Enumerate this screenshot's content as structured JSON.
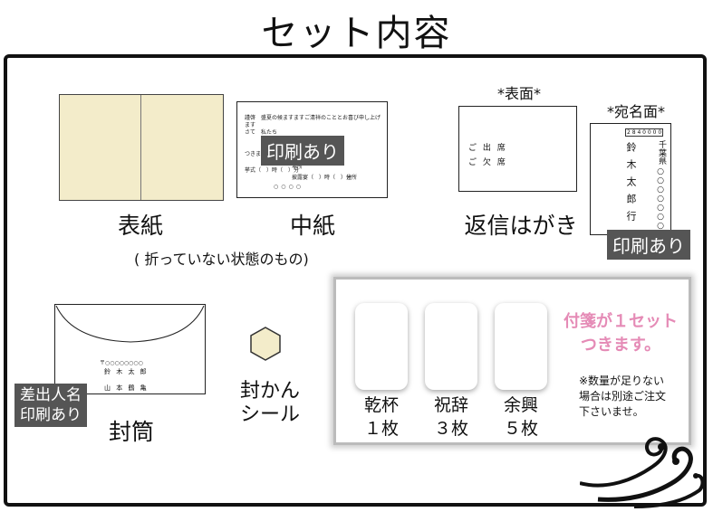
{
  "page_title": "セット内容",
  "cover": {
    "label": "表紙"
  },
  "inner_paper": {
    "label": "中紙",
    "badge": "印刷あり",
    "lines": [
      "謹啓　盛夏の候ますますご清祥のこととお喜び申し上げます",
      "さて　私たち",
      "つきましては",
      "挙式（　）時（　）分",
      "披露宴（　）時（　）分",
      "場所",
      "住所"
    ]
  },
  "unfolded_note": "( 折っていない状態のもの)",
  "reply_card": {
    "label": "返信はがき",
    "front_caption": "*表面*",
    "address_caption": "*宛名面*",
    "front_lines": [
      "ご 出 席",
      "ご 欠 席"
    ],
    "postal_code": "2 8 4 0 0 0 0",
    "address_name": "鈴木太郎行",
    "address_pref": "千葉県",
    "badge": "印刷あり"
  },
  "envelope": {
    "label": "封筒",
    "name_line": "鈴 木 太 郎",
    "name_line2": "山 本 鶴 亀",
    "badge_line1": "差出人名",
    "badge_line2": "印刷あり"
  },
  "seal": {
    "label_line1": "封かん",
    "label_line2": "シール"
  },
  "tags": [
    {
      "name": "乾杯",
      "count": "１枚"
    },
    {
      "name": "祝辞",
      "count": "３枚"
    },
    {
      "name": "余興",
      "count": "５枚"
    }
  ],
  "sticky_note": {
    "line1": "付箋が１セット",
    "line2": "つきます。"
  },
  "shortage_note": {
    "line1": "※数量が足りない",
    "line2": "場合は別途ご注文",
    "line3": "下さいませ。"
  }
}
